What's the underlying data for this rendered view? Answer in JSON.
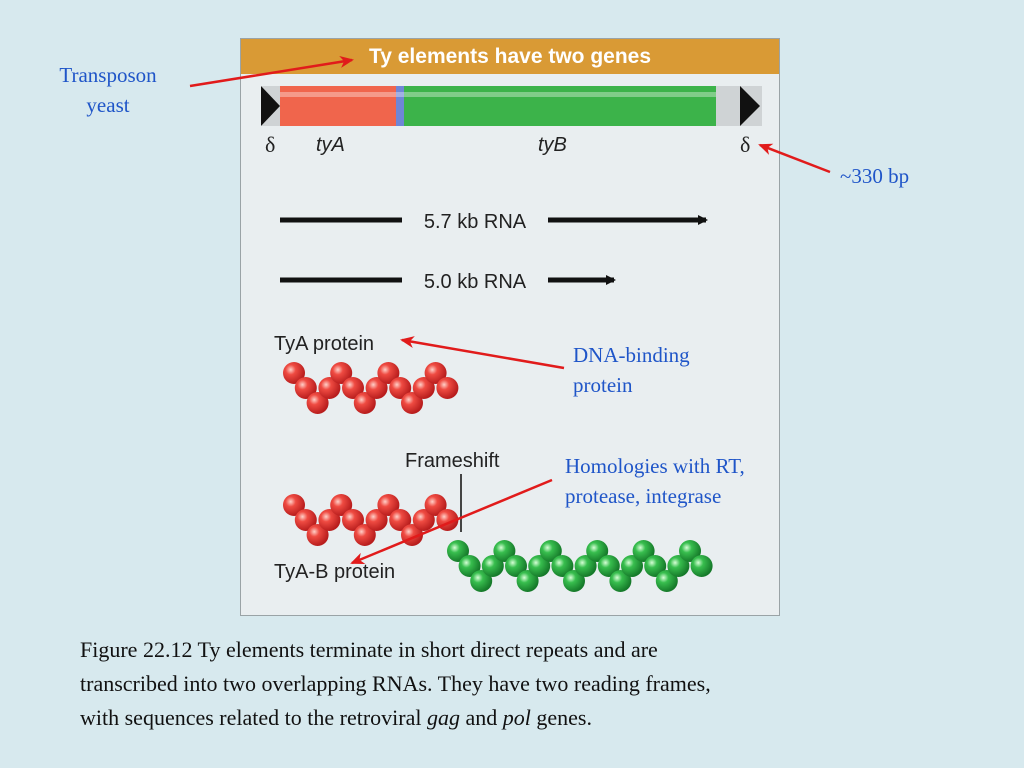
{
  "figure": {
    "title": "Ty elements have two genes",
    "gene_labels": {
      "delta_left": "δ",
      "tyA": "tyA",
      "tyB": "tyB",
      "delta_right": "δ"
    },
    "rna_1": "5.7 kb RNA",
    "rna_2": "5.0 kb RNA",
    "tya_protein": "TyA protein",
    "frameshift": "Frameshift",
    "tyab_protein": "TyA-B protein",
    "colors": {
      "header": "#d99a35",
      "tyA": "#f0654c",
      "tyB": "#3cb34a",
      "protein_red": "#e83c3c",
      "protein_green": "#2fb04a"
    }
  },
  "annotations": {
    "transposon_line1": "Transposon",
    "transposon_line2": "yeast",
    "bp": "~330 bp",
    "dna_line1": "DNA-binding",
    "dna_line2": "protein",
    "homology_line1": "Homologies with RT,",
    "homology_line2": "protease, integrase"
  },
  "caption": {
    "line1": "Figure 22.12  Ty elements terminate in short direct repeats and are",
    "line2": "transcribed into two overlapping RNAs. They have two reading frames,",
    "line3_a": "with sequences related to the retroviral ",
    "line3_gag": "gag",
    "line3_b": " and ",
    "line3_pol": "pol",
    "line3_c": " genes."
  }
}
